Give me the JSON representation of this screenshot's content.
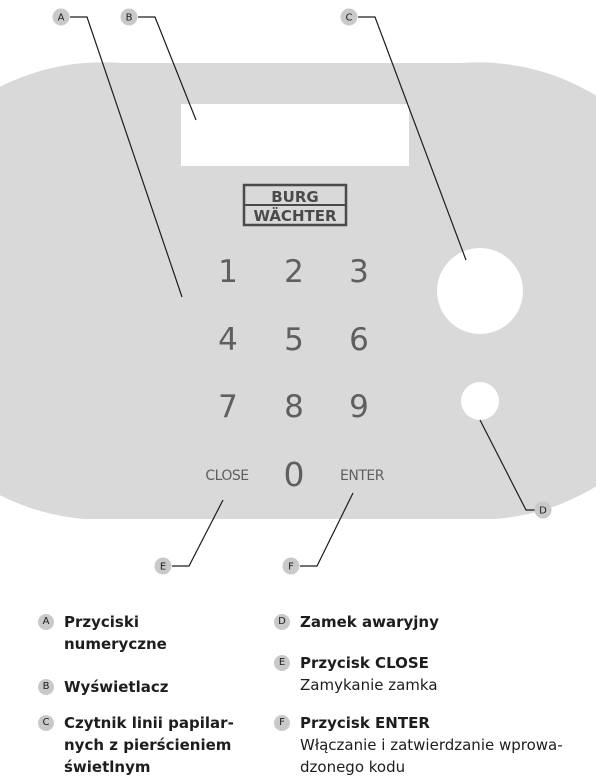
{
  "display": {
    "brand_line1": "BURG",
    "brand_line2": "WÄCHTER"
  },
  "keypad": {
    "keys": [
      "1",
      "2",
      "3",
      "4",
      "5",
      "6",
      "7",
      "8",
      "9",
      "0"
    ],
    "close_label": "CLOSE",
    "enter_label": "ENTER"
  },
  "callouts": [
    "A",
    "B",
    "C",
    "D",
    "E",
    "F"
  ],
  "legend": {
    "a": {
      "letter": "A",
      "title_line1": "Przyciski",
      "title_line2": "numeryczne"
    },
    "b": {
      "letter": "B",
      "title": "Wyświetlacz"
    },
    "c": {
      "letter": "C",
      "title_line1": "Czytnik linii papilar-",
      "title_line2": "nych z pierścieniem",
      "title_line3": "świetlnym"
    },
    "d": {
      "letter": "D",
      "title": "Zamek awaryjny"
    },
    "e": {
      "letter": "E",
      "title": "Przycisk CLOSE",
      "desc": "Zamykanie zamka"
    },
    "f": {
      "letter": "F",
      "title": "Przycisk ENTER",
      "desc_line1": "Włączanie i zatwierdzanie wprowa-",
      "desc_line2": "dzonego kodu"
    }
  },
  "colors": {
    "panel": "#d9d9d9",
    "window": "#ffffff",
    "key_text": "#5f5f5f",
    "line": "#1d1d1b",
    "badge": "#c9c9c9"
  }
}
